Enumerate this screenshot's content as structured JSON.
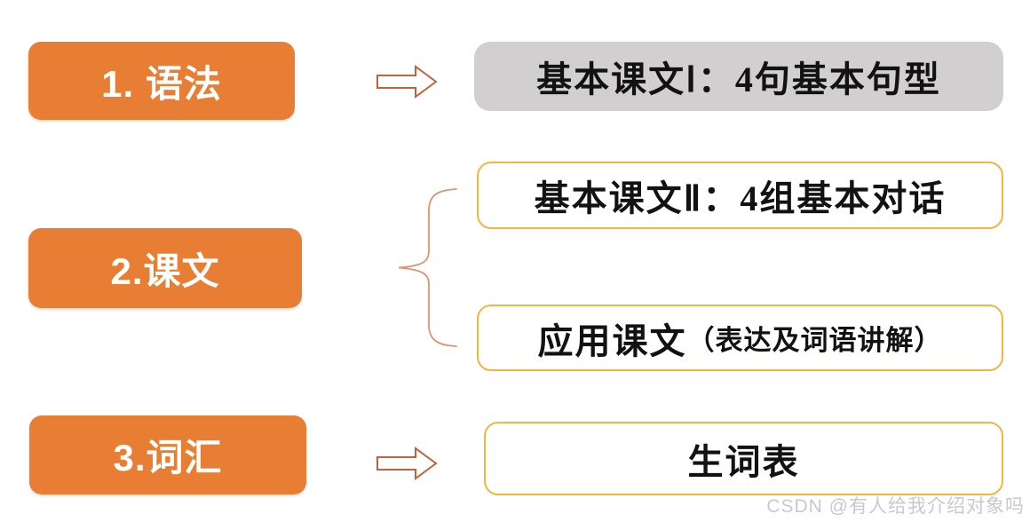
{
  "palette": {
    "orange_fill": "#E87E33",
    "arrow_stroke": "#C4613B",
    "gold_border": "#EFB73F",
    "gray_fill": "#D1CFCF",
    "brace_stroke": "#DC9271",
    "text_color": "#121212",
    "watermark_color": "#C9C9C9"
  },
  "diagram": {
    "left_items": [
      {
        "label": "1. 语法"
      },
      {
        "label": "2.课文"
      },
      {
        "label": "3.词汇"
      }
    ],
    "right_items": [
      {
        "label": "基本课文Ⅰ：4句基本句型",
        "style": "gray"
      },
      {
        "label": "基本课文Ⅱ：4组基本对话",
        "style": "gold"
      },
      {
        "label_main": "应用课文",
        "label_paren": "（表达及词语讲解）",
        "style": "gold"
      },
      {
        "label": "生词表",
        "style": "gold"
      }
    ],
    "connectors": [
      {
        "type": "block-arrow",
        "from": "1. 语法",
        "to": "基本课文Ⅰ：4句基本句型"
      },
      {
        "type": "brace",
        "from": "2.课文",
        "to": "基本课文Ⅱ：4组基本对话 / 应用课文（表达及词语讲解）"
      },
      {
        "type": "block-arrow",
        "from": "3.词汇",
        "to": "生词表"
      }
    ]
  },
  "watermark": {
    "text": "CSDN @有人给我介绍对象吗"
  }
}
